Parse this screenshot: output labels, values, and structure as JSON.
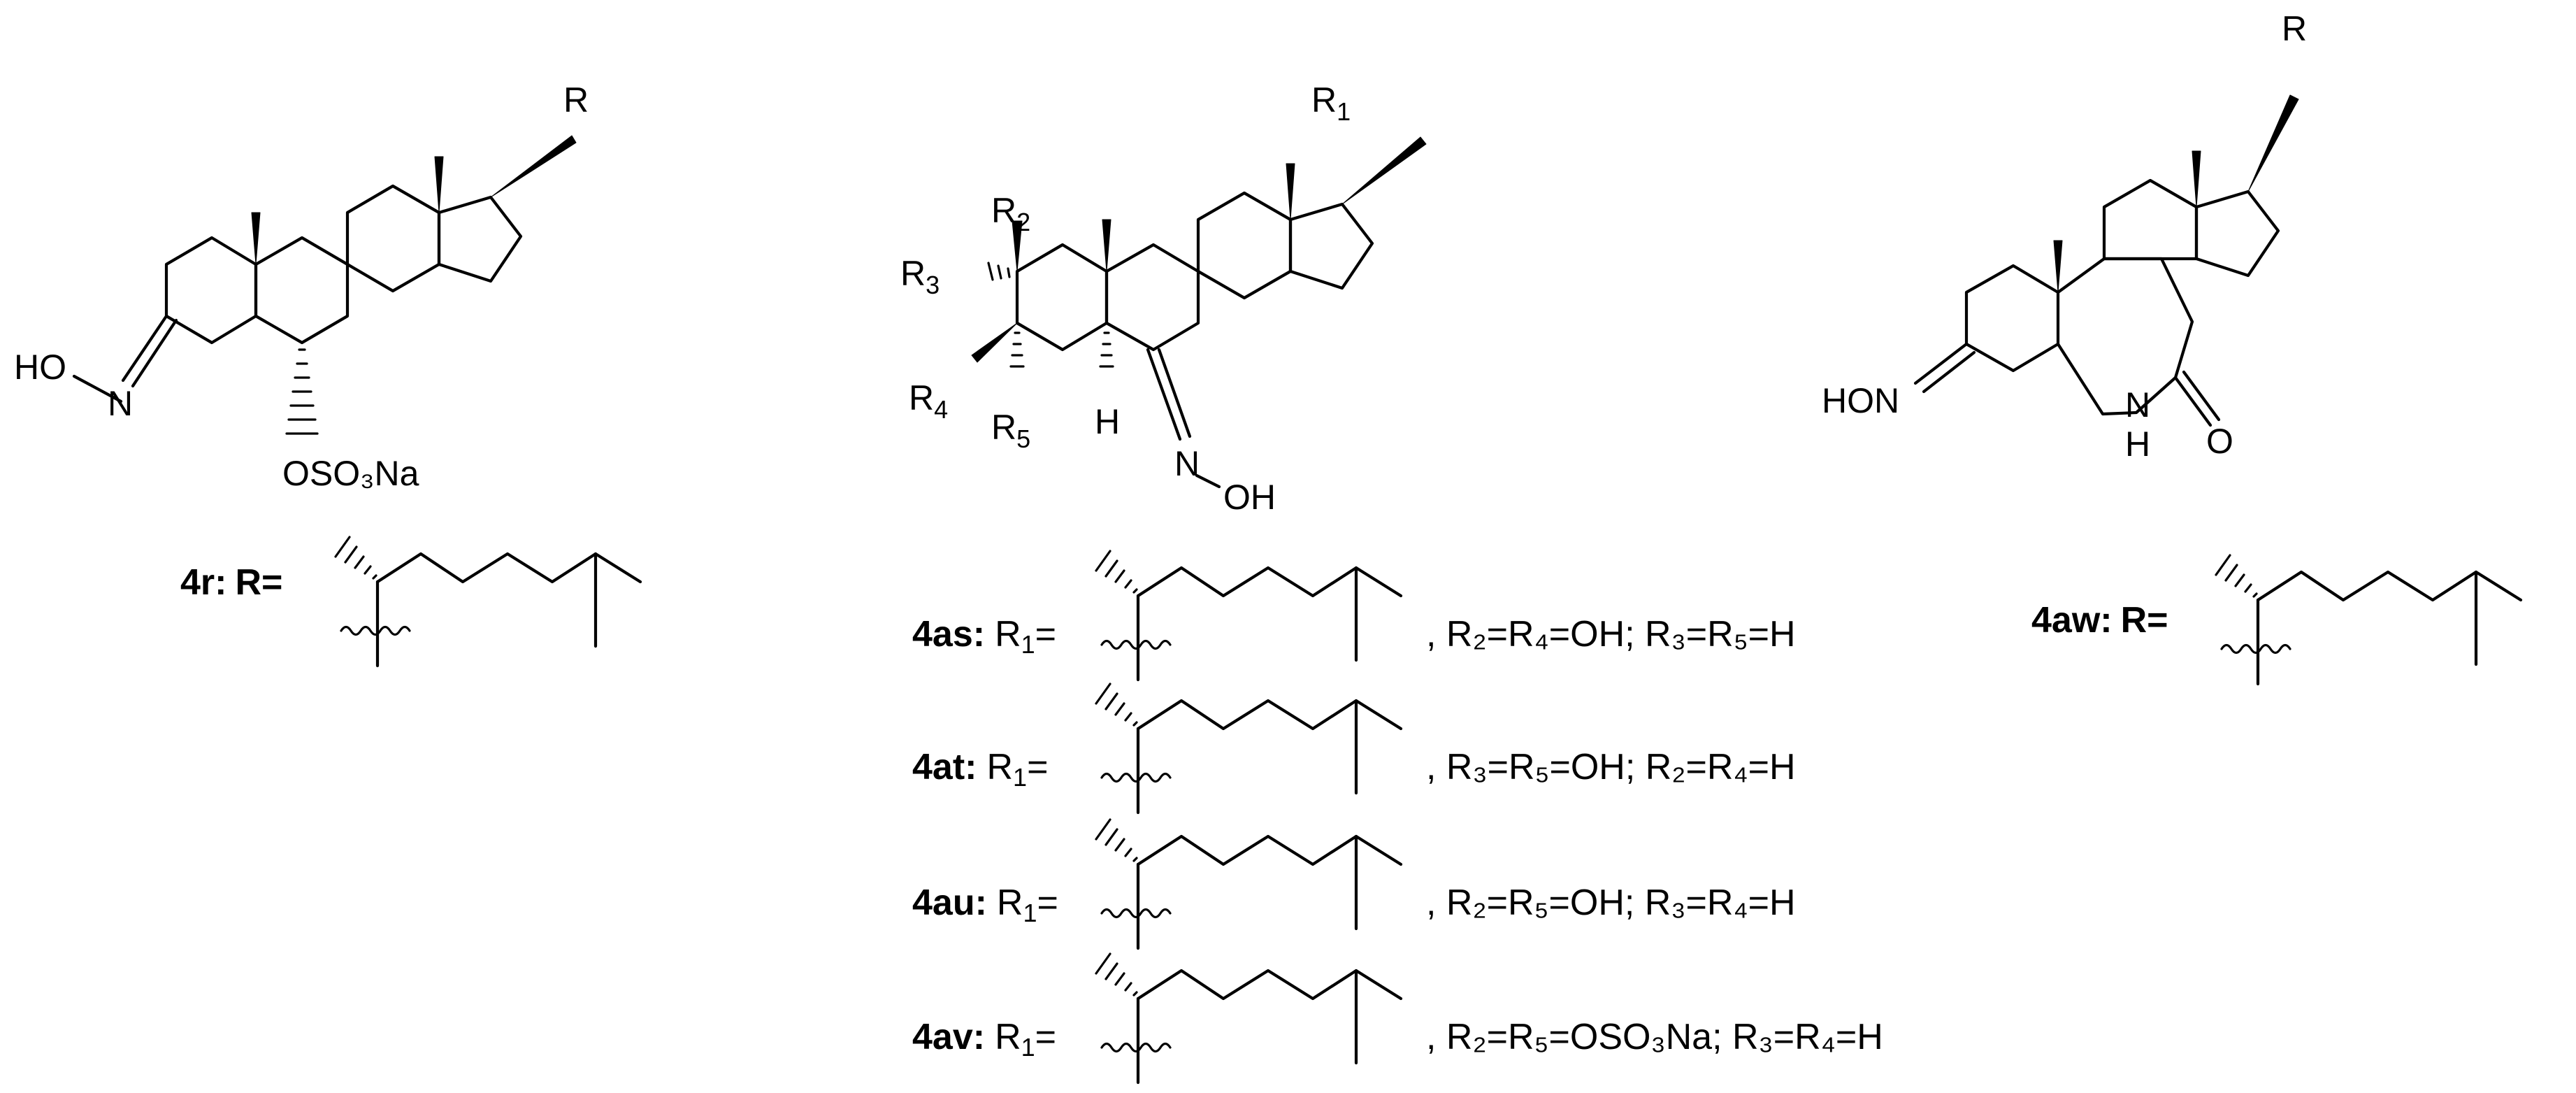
{
  "compounds": {
    "c4r": {
      "atoms": {
        "oxime_ho": "HO",
        "oxime_n": "N",
        "sulfate": "OSO₃Na",
        "r": "R"
      },
      "label": {
        "name": "4r:",
        "r_eq": "R="
      }
    },
    "c4middle": {
      "atoms": {
        "r1": "R",
        "r1_sub": "1",
        "r2": "R",
        "r2_sub": "2",
        "r3": "R",
        "r3_sub": "3",
        "r4": "R",
        "r4_sub": "4",
        "r5": "R",
        "r5_sub": "5",
        "h5": "H",
        "oxime_n": "N",
        "oxime_oh": "OH"
      },
      "rows": [
        {
          "name": "4as:",
          "r1_prefix": "R",
          "r1_sub": "1",
          "eq": "=",
          "cond": ", R₂=R₄=OH; R₃=R₅=H"
        },
        {
          "name": "4at:",
          "r1_prefix": "R",
          "r1_sub": "1",
          "eq": "=",
          "cond": ", R₃=R₅=OH; R₂=R₄=H"
        },
        {
          "name": "4au:",
          "r1_prefix": "R",
          "r1_sub": "1",
          "eq": "=",
          "cond": ", R₂=R₅=OH; R₃=R₄=H"
        },
        {
          "name": "4av:",
          "r1_prefix": "R",
          "r1_sub": "1",
          "eq": "=",
          "cond": ", R₂=R₅=OSO₃Na; R₃=R₄=H"
        }
      ]
    },
    "c4aw": {
      "atoms": {
        "hon": "HON",
        "nh_n": "N",
        "nh_h": "H",
        "carbonyl_o": "O",
        "r": "R"
      },
      "label": {
        "name": "4aw:",
        "r_eq": "R="
      }
    }
  }
}
